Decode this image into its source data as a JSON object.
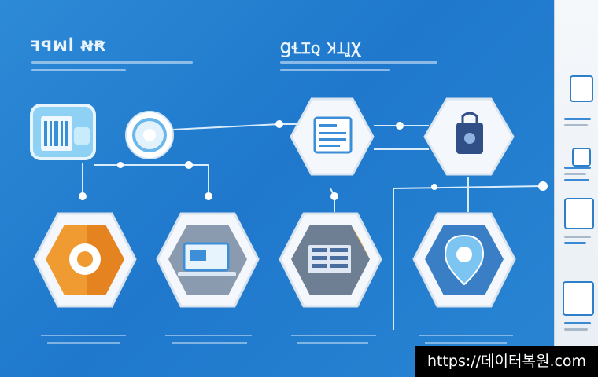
{
  "headings": {
    "left": "ꟻꟼꟽꟾ ꞤꞦ",
    "right": "ꞬꞭꞮꞯ ꞰꞱꞲꞳ"
  },
  "nodes": [
    {
      "id": "doc",
      "icon": "document-icon"
    },
    {
      "id": "clock",
      "icon": "clock-icon"
    },
    {
      "id": "form",
      "icon": "form-icon"
    },
    {
      "id": "briefcase",
      "icon": "briefcase-icon"
    },
    {
      "id": "shield",
      "icon": "shield-icon"
    },
    {
      "id": "laptop",
      "icon": "laptop-icon"
    },
    {
      "id": "server",
      "icon": "server-icon"
    },
    {
      "id": "location",
      "icon": "location-pin-icon"
    }
  ],
  "colors": {
    "background": "#1f78cc",
    "accent_orange": "#f09a32",
    "accent_blue": "#3d8fd8",
    "hex_fill": "#f4f7fb"
  },
  "watermark": "https://데이터복원.com"
}
